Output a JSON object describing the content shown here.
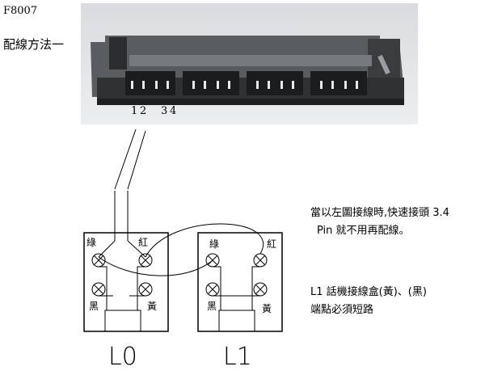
{
  "header": {
    "model": "F8007",
    "method": "配線方法一"
  },
  "photo": {
    "pin_labels": [
      "1",
      "2",
      "3",
      "4"
    ]
  },
  "notes": {
    "line1": "當以左圖接線時,快速接頭 3.4",
    "line2": "Pin 就不用再配線。",
    "line3": "L1 話機接線盒(黃)、(黑)",
    "line4": "端點必須短路"
  },
  "boxes": [
    {
      "name": "L0",
      "terminals": {
        "green": "綠",
        "red": "紅",
        "black": "黑",
        "yellow": "黃"
      }
    },
    {
      "name": "L1",
      "terminals": {
        "green": "綠",
        "red": "紅",
        "black": "黑",
        "yellow": "黃"
      }
    }
  ]
}
